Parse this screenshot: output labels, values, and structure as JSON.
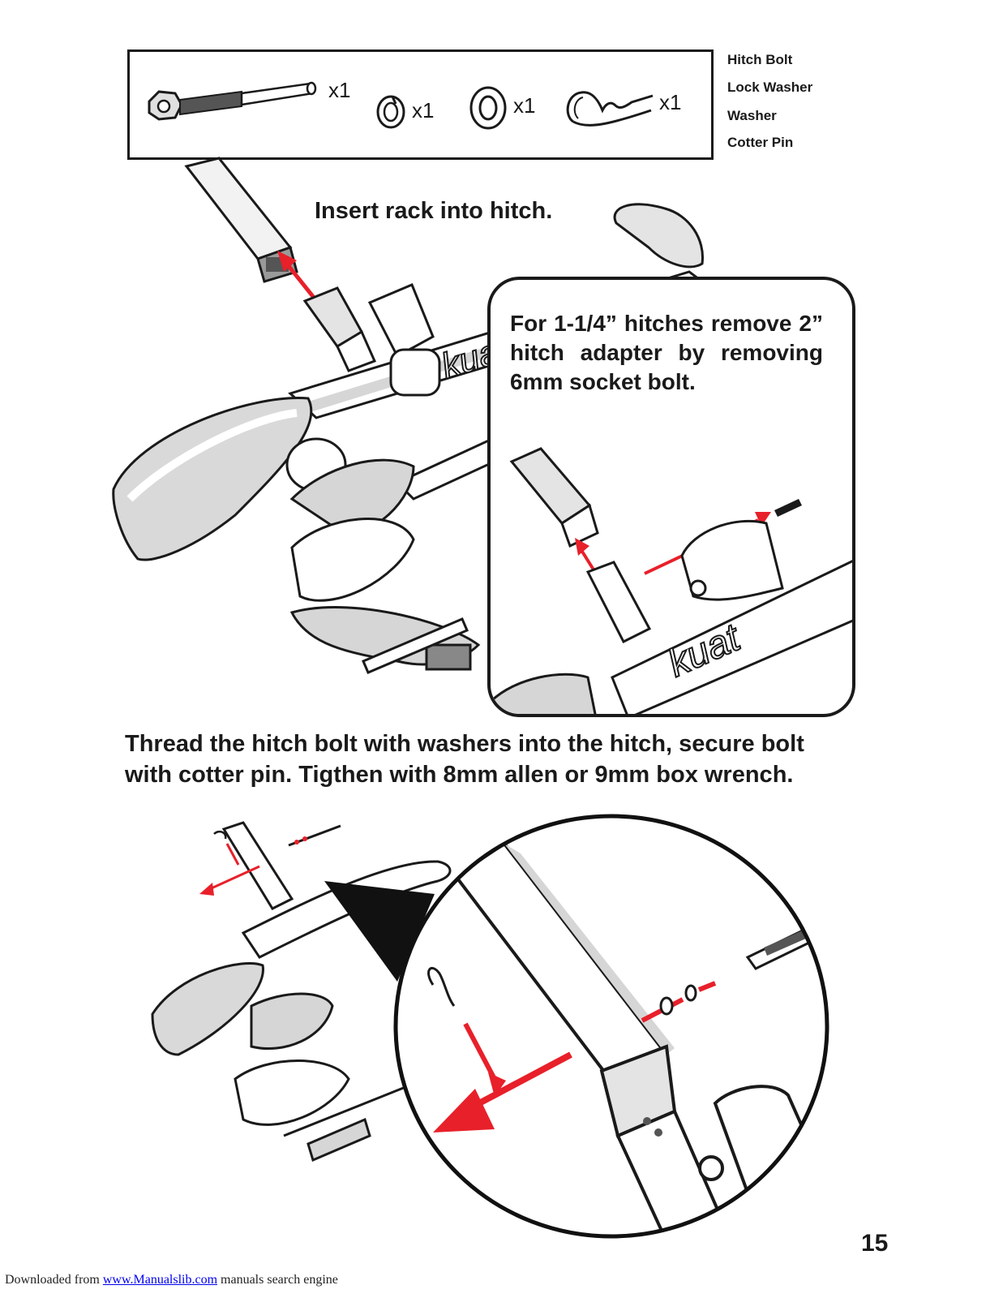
{
  "parts": {
    "qty_bolt": "x1",
    "qty_lock_washer": "x1",
    "qty_washer": "x1",
    "qty_cotter_pin": "x1",
    "legend": [
      "Hitch Bolt",
      "Lock Washer",
      "Washer",
      "Cotter Pin"
    ]
  },
  "step1": {
    "instruction": "Insert rack into hitch."
  },
  "callout": {
    "text": "For 1-1/4” hitches remove 2” hitch adapter by removing 6mm socket bolt."
  },
  "step2": {
    "instruction": "Thread the hitch bolt with washers into the hitch, secure bolt with cotter pin. Tigthen with 8mm allen or 9mm box wrench."
  },
  "page_number": "15",
  "footer": {
    "prefix": "Downloaded from ",
    "link": "www.Manualslib.com",
    "suffix": " manuals search engine"
  },
  "colors": {
    "arrow": "#e8202a",
    "line": "#1a1a1a",
    "shade": "#d6d6d6"
  }
}
